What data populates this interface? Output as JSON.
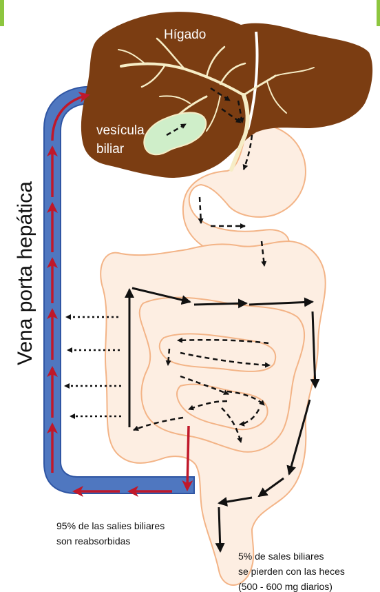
{
  "labels": {
    "liver": "Hígado",
    "gallbladder_line1": "vesícula",
    "gallbladder_line2": "biliar",
    "portal_vein": "Vena porta hepática",
    "reabsorbed_line1": "95% de las salies biliares",
    "reabsorbed_line2": "son reabsorbidas",
    "lost_line1": "5% de sales biliares",
    "lost_line2": "se pierden con las heces",
    "lost_line3": "(500 - 600 mg diarios)"
  },
  "colors": {
    "liver": "#7b3d12",
    "bile_duct": "#f6edc6",
    "gallbladder": "#cfeec9",
    "portal_vein": "#4f77c0",
    "portal_vein_outline": "#2f55a3",
    "recirculation_arrow": "#c0182a",
    "intestine_fill": "#fdeee2",
    "intestine_outline": "#f3b487",
    "corner_accent": "#8dc63f",
    "flow_arrow": "#111111"
  },
  "icons": {
    "corner_tab": "green-corner-tab",
    "flow": "arrow"
  }
}
